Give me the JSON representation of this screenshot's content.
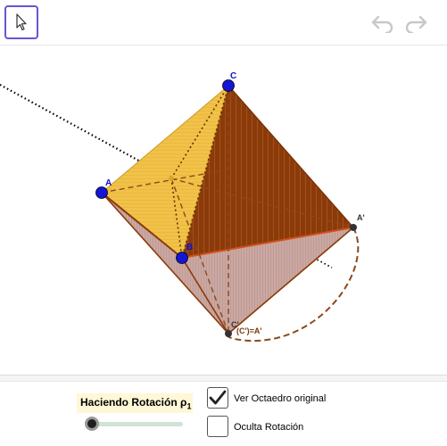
{
  "toolbar": {
    "tools": [
      {
        "name": "move",
        "icon": "arrow-cursor-icon",
        "selected": true
      }
    ],
    "undo_icon": "undo-icon",
    "redo_icon": "redo-icon"
  },
  "construction": {
    "points": [
      {
        "label": "C",
        "color": "#1010d0"
      },
      {
        "label": "A",
        "color": "#1010d0"
      },
      {
        "label": "B",
        "color": "#1010d0"
      },
      {
        "label": "A'",
        "color": "#333333"
      },
      {
        "label": "C'",
        "color": "#333333"
      },
      {
        "label": "(C')=A'",
        "color": "#7a3a0c"
      }
    ],
    "colors": {
      "yellow_face": "#f0c040",
      "brown_face": "#8b3a0a",
      "pink_face": "#c9a9a4",
      "rotation_arc": "#8b4a1c"
    }
  },
  "controls": {
    "slider": {
      "label": "Haciendo Rotación ρ",
      "subscript": "1",
      "value_fraction": 0.0
    },
    "checkbox_original": {
      "label": "Ver Octaedro original",
      "checked": true
    },
    "checkbox_hide": {
      "label": "Oculta Rotación",
      "checked": false
    }
  }
}
